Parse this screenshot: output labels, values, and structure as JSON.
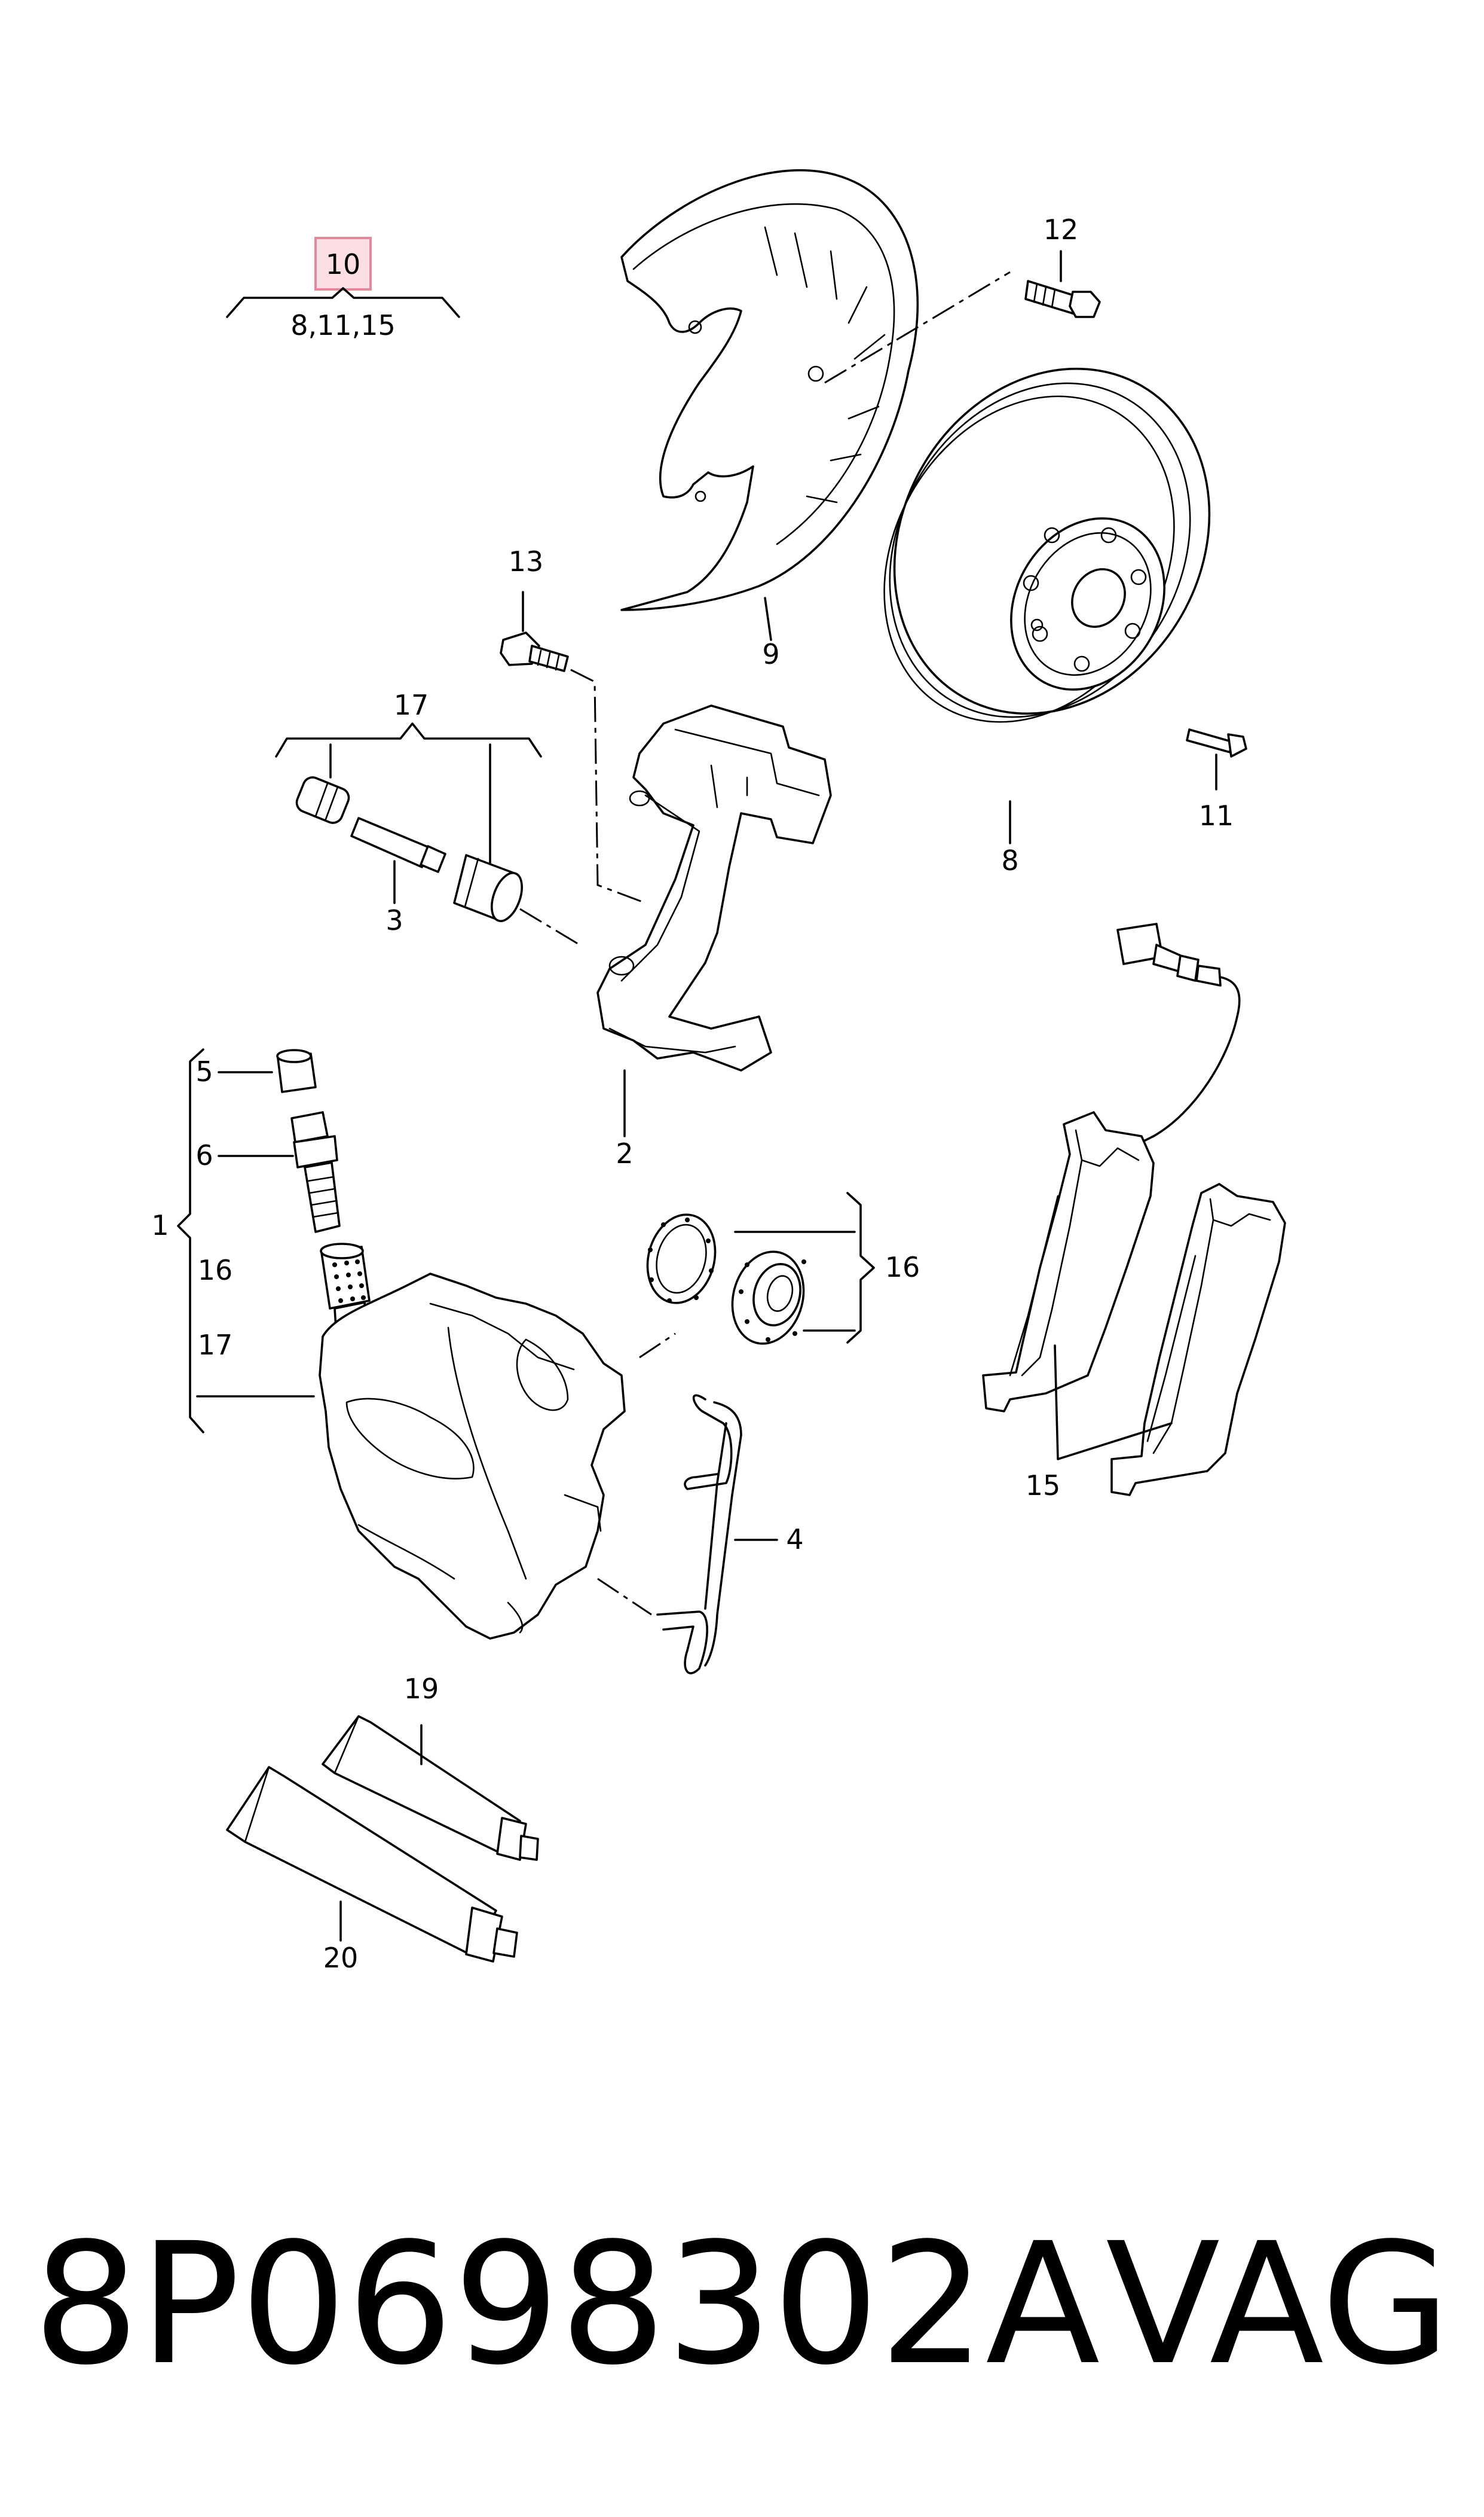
{
  "header_group": {
    "highlight_label": "10",
    "items": "8,11,15"
  },
  "callouts": {
    "n1": "1",
    "n2": "2",
    "n3": "3",
    "n4": "4",
    "n5": "5",
    "n6": "6",
    "n8": "8",
    "n9": "9",
    "n11": "11",
    "n12": "12",
    "n13": "13",
    "n15": "15",
    "n16a": "16",
    "n16b": "16",
    "n17a": "17",
    "n17b": "17",
    "n19": "19",
    "n20": "20"
  },
  "footer": {
    "part_number": "8P0698302A",
    "brand": "VAG"
  },
  "colors": {
    "highlight_fill": "#fbdfe4",
    "highlight_stroke": "#e38a9a",
    "line": "#000000"
  }
}
